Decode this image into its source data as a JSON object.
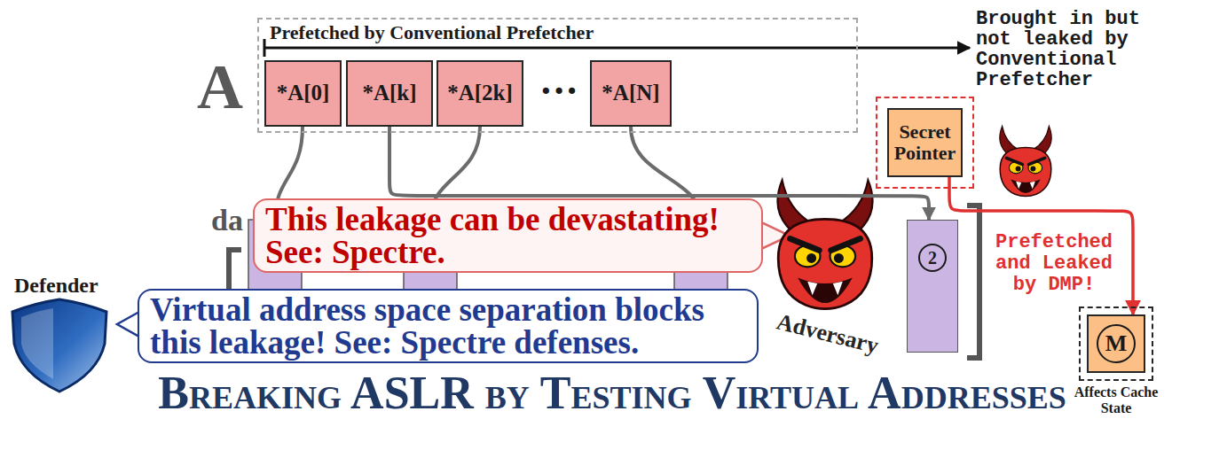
{
  "diagram": {
    "title": "Breaking ASLR by Testing Virtual Addresses",
    "nodes": [
      {
        "text": [
          "Prefetched by Conventional Prefetcher"
        ]
      },
      {
        "text": [
          "*A[0]"
        ],
        "in": 0
      },
      {
        "text": [
          "*A[k]"
        ],
        "in": 0
      },
      {
        "text": [
          "*A[2k]"
        ],
        "in": 0
      },
      {
        "text": [
          "*A[N]"
        ],
        "in": 0
      },
      {
        "text": [
          "Secret Pointer"
        ]
      },
      {
        "text": [
          "This leakage can be devastating! See: Spectre."
        ]
      },
      {
        "text": [
          "2"
        ]
      },
      {
        "text": [
          "Virtual address space separation blocks this leakage! See: Spectre defenses."
        ]
      },
      {
        "text": [
          "M"
        ]
      }
    ],
    "edges": [
      {
        "from": 2,
        "to": 7,
        "arrow": "to"
      },
      {
        "from": 5,
        "to": 9,
        "arrow": "to"
      }
    ],
    "labels": [
      "A",
      "···",
      "Brought in but not leaked by Conventional Prefetcher",
      "da",
      "Prefetched and Leaked by DMP!",
      "Adversary",
      "Defender",
      "Affects Cache State"
    ]
  }
}
